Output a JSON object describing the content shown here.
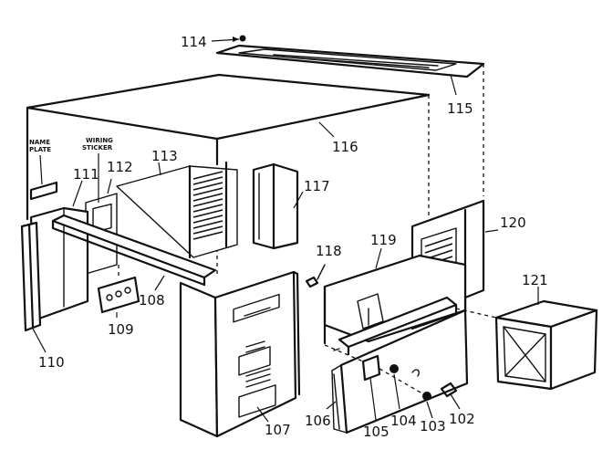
{
  "callouts": {
    "c114": "114",
    "c115": "115",
    "c116": "116",
    "c113": "113",
    "c112": "112",
    "c111": "111",
    "c117": "117",
    "c118": "118",
    "c119": "119",
    "c120": "120",
    "c121": "121",
    "c110": "110",
    "c109": "109",
    "c108": "108",
    "c107": "107",
    "c106": "106",
    "c105": "105",
    "c104": "104",
    "c103": "103",
    "c102": "102"
  },
  "labels": {
    "name_plate_1": "NAME",
    "name_plate_2": "PLATE",
    "wiring_sticker_1": "WIRING",
    "wiring_sticker_2": "STICKER"
  }
}
